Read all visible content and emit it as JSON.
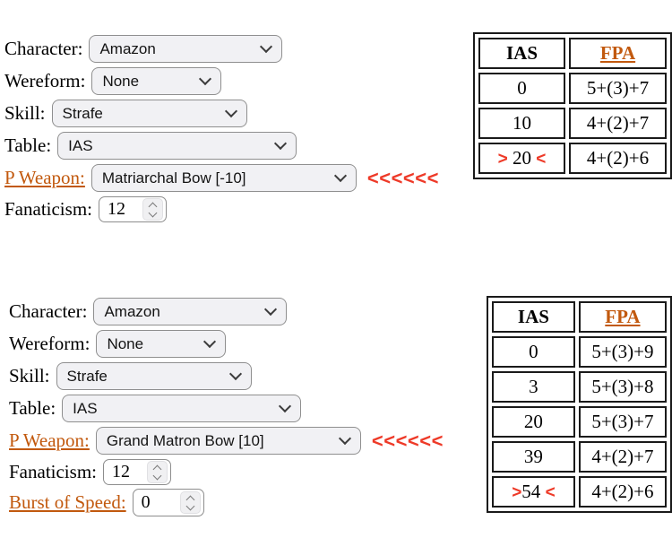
{
  "colors": {
    "link_orange": "#c2590e",
    "arrow_red": "#ee3a28",
    "table_border": "#1a1a1a"
  },
  "section1": {
    "character_label": "Character:",
    "character_value": "Amazon",
    "wereform_label": "Wereform:",
    "wereform_value": "None",
    "skill_label": "Skill:",
    "skill_value": "Strafe",
    "table_label": "Table:",
    "table_value": "IAS",
    "pweapon_label": "P Weapon:",
    "pweapon_value": "Matriarchal Bow [-10]",
    "arrows": "<<<<<<",
    "fanaticism_label": "Fanaticism:",
    "fanaticism_value": "12",
    "result_table": {
      "ias_header": "IAS",
      "fpa_header": "FPA",
      "marker_left": "> ",
      "marker_right": " <",
      "rows": [
        {
          "ias": "0",
          "fpa": "5+(3)+7"
        },
        {
          "ias": "10",
          "fpa": "4+(2)+7"
        },
        {
          "ias": "20",
          "fpa": "4+(2)+6",
          "selected": true
        }
      ]
    }
  },
  "section2": {
    "character_label": "Character:",
    "character_value": "Amazon",
    "wereform_label": "Wereform:",
    "wereform_value": "None",
    "skill_label": "Skill:",
    "skill_value": "Strafe",
    "table_label": "Table:",
    "table_value": "IAS",
    "pweapon_label": "P Weapon:",
    "pweapon_value": "Grand Matron Bow [10]",
    "arrows": "<<<<<<",
    "fanaticism_label": "Fanaticism:",
    "fanaticism_value": "12",
    "burst_label": "Burst of Speed:",
    "burst_value": "0",
    "result_table": {
      "ias_header": "IAS",
      "fpa_header": "FPA",
      "marker_left": ">",
      "marker_right": " <",
      "rows": [
        {
          "ias": "0",
          "fpa": "5+(3)+9"
        },
        {
          "ias": "3",
          "fpa": "5+(3)+8"
        },
        {
          "ias": "20",
          "fpa": "5+(3)+7"
        },
        {
          "ias": "39",
          "fpa": "4+(2)+7"
        },
        {
          "ias": "54",
          "fpa": "4+(2)+6",
          "selected": true
        }
      ]
    }
  }
}
